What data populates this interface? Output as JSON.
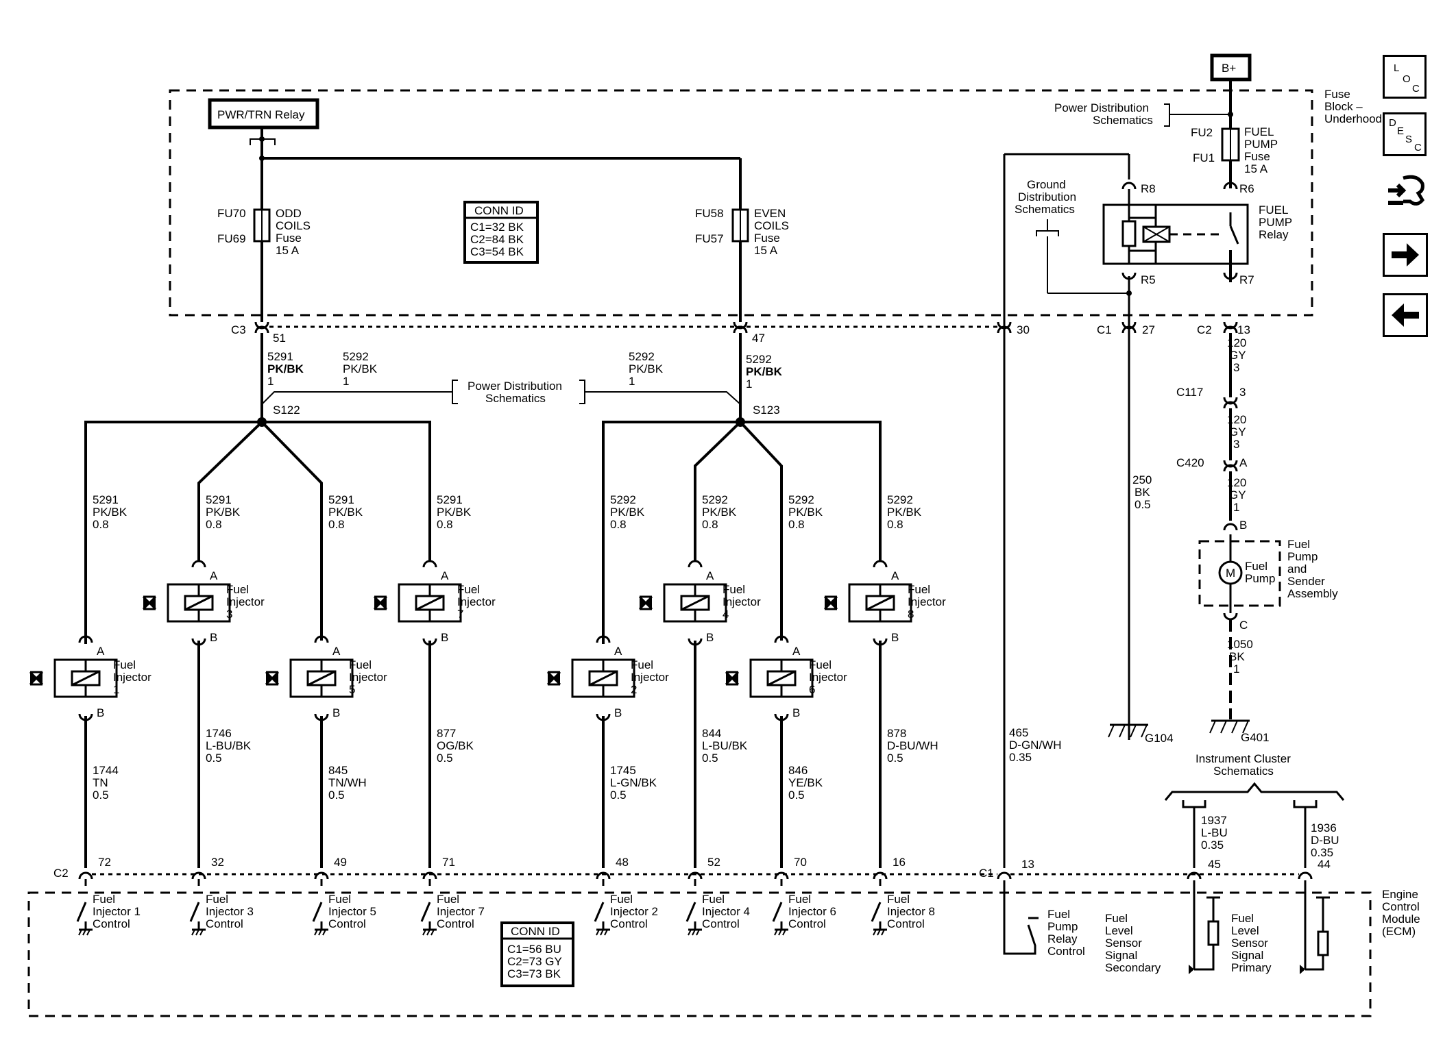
{
  "nav": {
    "loc": {
      "l": "L",
      "o": "O",
      "c": "C"
    },
    "desc": {
      "d": "D",
      "e": "E",
      "s": "S",
      "c": "C"
    }
  },
  "power": {
    "bplus": "B+",
    "pwr_trn_relay": "PWR/TRN Relay",
    "fuse_block": [
      "Fuse",
      "Block –",
      "Underhood"
    ],
    "power_dist_top": [
      "Power Distribution",
      "Schematics"
    ],
    "power_dist_mid": [
      "Power Distribution",
      "Schematics"
    ],
    "ground_dist": [
      "Ground",
      "Distribution",
      "Schematics"
    ],
    "fu2": "FU2",
    "fu1": "FU1",
    "fuel_pump_fuse": [
      "FUEL",
      "PUMP",
      "Fuse",
      "15 A"
    ],
    "r8": "R8",
    "r6": "R6",
    "r5": "R5",
    "r7": "R7",
    "fuel_pump_relay": [
      "FUEL",
      "PUMP",
      "Relay"
    ],
    "fu70": "FU70",
    "fu69": "FU69",
    "odd_coils": [
      "ODD",
      "COILS",
      "Fuse",
      "15 A"
    ],
    "fu58": "FU58",
    "fu57": "FU57",
    "even_coils": [
      "EVEN",
      "COILS",
      "Fuse",
      "15 A"
    ]
  },
  "conn_id_top": {
    "title": "CONN ID",
    "lines": [
      "C1=32 BK",
      "C2=84 BK",
      "C3=54 BK"
    ]
  },
  "conn_id_bottom": {
    "title": "CONN ID",
    "lines": [
      "C1=56 BU",
      "C2=73 GY",
      "C3=73 BK"
    ]
  },
  "connectors_top": {
    "c3": "C3",
    "c3_51": "51",
    "c3_47": "47",
    "c1_30": "30",
    "c1": "C1",
    "c1_27": "27",
    "c2": "C2",
    "c2_13": "13"
  },
  "wires_top": {
    "w5291_left": [
      "5291",
      "PK/BK",
      "1"
    ],
    "w5292_left": [
      "5292",
      "PK/BK",
      "1"
    ],
    "w5292_right": [
      "5292",
      "PK/BK",
      "1"
    ],
    "w5292_main": [
      "5292",
      "PK/BK",
      "1"
    ],
    "s122": "S122",
    "s123": "S123"
  },
  "fuel_pump_circuit": {
    "w120a": [
      "120",
      "GY",
      "3"
    ],
    "c117": "C117",
    "c117_pin": "3",
    "w120b": [
      "120",
      "GY",
      "3"
    ],
    "c420": "C420",
    "c420_pin": "A",
    "w120c": [
      "120",
      "GY",
      "1"
    ],
    "pin_b": "B",
    "assembly": [
      "Fuel",
      "Pump",
      "and",
      "Sender",
      "Assembly"
    ],
    "motor": "M",
    "pump_label": [
      "Fuel",
      "Pump"
    ],
    "pin_c": "C",
    "w1050": [
      "1050",
      "BK",
      "1"
    ],
    "g401": "G401",
    "w250": [
      "250",
      "BK",
      "0.5"
    ],
    "g104": "G104",
    "instrument_cluster": [
      "Instrument Cluster",
      "Schematics"
    ],
    "w465": [
      "465",
      "D-GN/WH",
      "0.35"
    ],
    "w1937": [
      "1937",
      "L-BU",
      "0.35"
    ],
    "w1936": [
      "1936",
      "D-BU",
      "0.35"
    ]
  },
  "injectors": [
    {
      "name": [
        "Fuel",
        "Injector",
        "1"
      ],
      "feed": [
        "5291",
        "PK/BK",
        "0.8"
      ],
      "ctrl": [
        "1744",
        "TN",
        "0.5"
      ],
      "pin": "72",
      "ecm": [
        "Fuel",
        "Injector 1",
        "Control"
      ]
    },
    {
      "name": [
        "Fuel",
        "Injector",
        "3"
      ],
      "feed": [
        "5291",
        "PK/BK",
        "0.8"
      ],
      "ctrl": [
        "1746",
        "L-BU/BK",
        "0.5"
      ],
      "pin": "32",
      "ecm": [
        "Fuel",
        "Injector 3",
        "Control"
      ]
    },
    {
      "name": [
        "Fuel",
        "Injector",
        "5"
      ],
      "feed": [
        "5291",
        "PK/BK",
        "0.8"
      ],
      "ctrl": [
        "845",
        "TN/WH",
        "0.5"
      ],
      "pin": "49",
      "ecm": [
        "Fuel",
        "Injector 5",
        "Control"
      ]
    },
    {
      "name": [
        "Fuel",
        "Injector",
        "7"
      ],
      "feed": [
        "5291",
        "PK/BK",
        "0.8"
      ],
      "ctrl": [
        "877",
        "OG/BK",
        "0.5"
      ],
      "pin": "71",
      "ecm": [
        "Fuel",
        "Injector 7",
        "Control"
      ]
    },
    {
      "name": [
        "Fuel",
        "Injector",
        "2"
      ],
      "feed": [
        "5292",
        "PK/BK",
        "0.8"
      ],
      "ctrl": [
        "1745",
        "L-GN/BK",
        "0.5"
      ],
      "pin": "48",
      "ecm": [
        "Fuel",
        "Injector 2",
        "Control"
      ]
    },
    {
      "name": [
        "Fuel",
        "Injector",
        "4"
      ],
      "feed": [
        "5292",
        "PK/BK",
        "0.8"
      ],
      "ctrl": [
        "844",
        "L-BU/BK",
        "0.5"
      ],
      "pin": "52",
      "ecm": [
        "Fuel",
        "Injector 4",
        "Control"
      ]
    },
    {
      "name": [
        "Fuel",
        "Injector",
        "6"
      ],
      "feed": [
        "5292",
        "PK/BK",
        "0.8"
      ],
      "ctrl": [
        "846",
        "YE/BK",
        "0.5"
      ],
      "pin": "70",
      "ecm": [
        "Fuel",
        "Injector 6",
        "Control"
      ]
    },
    {
      "name": [
        "Fuel",
        "Injector",
        "8"
      ],
      "feed": [
        "5292",
        "PK/BK",
        "0.8"
      ],
      "ctrl": [
        "878",
        "D-BU/WH",
        "0.5"
      ],
      "pin": "16",
      "ecm": [
        "Fuel",
        "Injector 8",
        "Control"
      ]
    }
  ],
  "pin_labels": {
    "a": "A",
    "b": "B"
  },
  "ecm": {
    "c2": "C2",
    "c1": "C1",
    "c1_13": "13",
    "c1_45": "45",
    "c1_44": "44",
    "label": [
      "Engine",
      "Control",
      "Module",
      "(ECM)"
    ],
    "pump_relay_ctrl": [
      "Fuel",
      "Pump",
      "Relay",
      "Control"
    ],
    "level_secondary": [
      "Fuel",
      "Level",
      "Sensor",
      "Signal",
      "Secondary"
    ],
    "level_primary": [
      "Fuel",
      "Level",
      "Sensor",
      "Signal",
      "Primary"
    ]
  }
}
